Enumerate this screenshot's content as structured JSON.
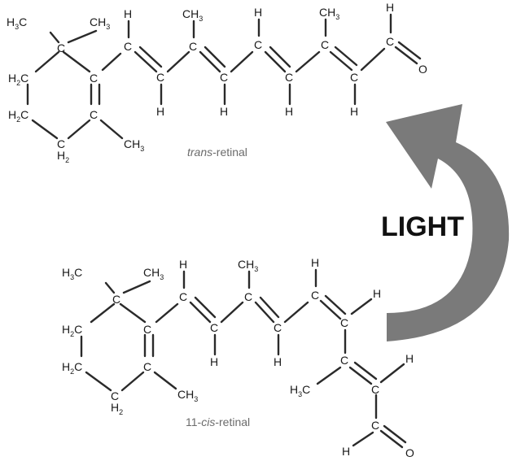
{
  "trans": {
    "caption_italic": "trans",
    "caption_rest": "-retinal",
    "ch3": "CH",
    "ch3_sub": "3",
    "h": "H",
    "c": "C",
    "o": "O",
    "h3c": "H",
    "h3c_sub": "3",
    "h2c": "H",
    "h2c_sub": "2",
    "h2": "H",
    "h2_sub": "2"
  },
  "cis": {
    "caption_prefix": "11-",
    "caption_italic": "cis",
    "caption_rest": "-retinal",
    "ch3": "CH",
    "ch3_sub": "3",
    "h": "H",
    "c": "C",
    "o": "O",
    "h3c": "H",
    "h3c_sub": "3",
    "h2c": "H",
    "h2c_sub": "2",
    "h2": "H",
    "h2_sub": "2"
  },
  "arrow": {
    "label": "LIGHT",
    "color": "#7a7a7a"
  }
}
